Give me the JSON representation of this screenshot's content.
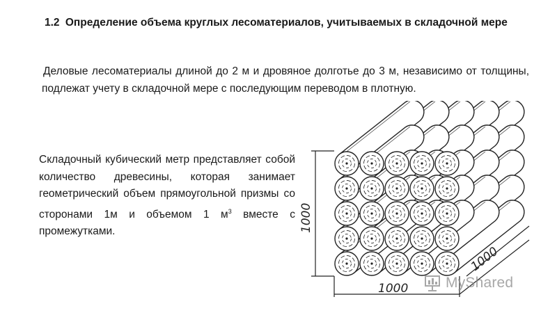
{
  "section": {
    "number": "1.2",
    "title": "Определение объема круглых лесоматериалов, учитываемых в складочной мере"
  },
  "paragraph_1": "Деловые лесоматериалы длиной до 2 м и дровяное долготье до 3 м, независимо от толщины, подлежат учету в складочной мере с последующим переводом в плотную.",
  "paragraph_2": {
    "text": "Складочный кубический метр представляет собой количество древесины, которая занимает геометрический объем прямоугольной призмы со сторонами 1м и объемом 1 м",
    "superscript": "3",
    "tail": " вместе с промежутками."
  },
  "figure": {
    "dimension_height": "1000",
    "dimension_width": "1000",
    "dimension_depth": "1000",
    "rows": 5,
    "columns": 5
  },
  "watermark": {
    "text": "MyShared"
  }
}
